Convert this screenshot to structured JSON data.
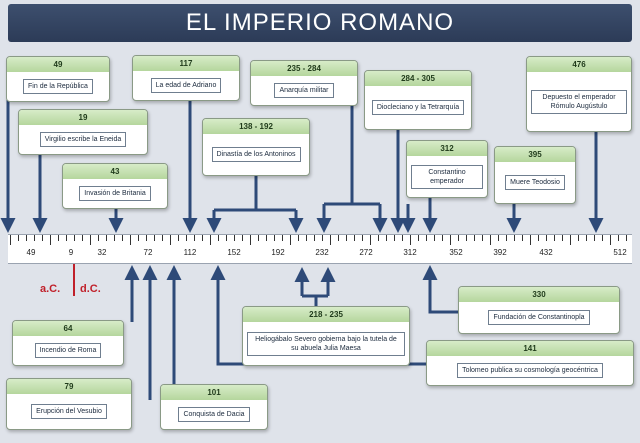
{
  "title": "EL IMPERIO ROMANO",
  "era_labels": {
    "before": "a.C.",
    "after": "d.C."
  },
  "axis_ticks": [
    "49",
    "9",
    "32",
    "72",
    "112",
    "152",
    "192",
    "232",
    "272",
    "312",
    "352",
    "392",
    "432",
    "512"
  ],
  "events_top": [
    {
      "date": "49",
      "text": "Fin de la República"
    },
    {
      "date": "117",
      "text": "La edad de Adriano"
    },
    {
      "date": "235 - 284",
      "text": "Anarquía militar"
    },
    {
      "date": "284 - 305",
      "text": "Diocleciano y la Tetrarquía"
    },
    {
      "date": "476",
      "text": "Depuesto el emperador Rómulo Augústulo"
    },
    {
      "date": "19",
      "text": "Virgilio escribe la Eneida"
    },
    {
      "date": "138 - 192",
      "text": "Dinastía de los Antoninos"
    },
    {
      "date": "43",
      "text": "Invasión de Britania"
    },
    {
      "date": "312",
      "text": "Constantino emperador"
    },
    {
      "date": "395",
      "text": "Muere Teodosio"
    }
  ],
  "events_bottom": [
    {
      "date": "64",
      "text": "Incendio de Roma"
    },
    {
      "date": "79",
      "text": "Erupción del Vesubio"
    },
    {
      "date": "101",
      "text": "Conquista de Dacia"
    },
    {
      "date": "218 - 235",
      "text": "Heliogábalo Severo gobierna bajo la tutela de su abuela Julia Maesa"
    },
    {
      "date": "330",
      "text": "Fundación de Constantinopla"
    },
    {
      "date": "141",
      "text": "Tolomeo publica su cosmología geocéntrica"
    }
  ],
  "colors": {
    "banner": "#34455f",
    "card_header": "#c6e2b2",
    "line": "#2e4a78",
    "era": "#c0202a"
  }
}
